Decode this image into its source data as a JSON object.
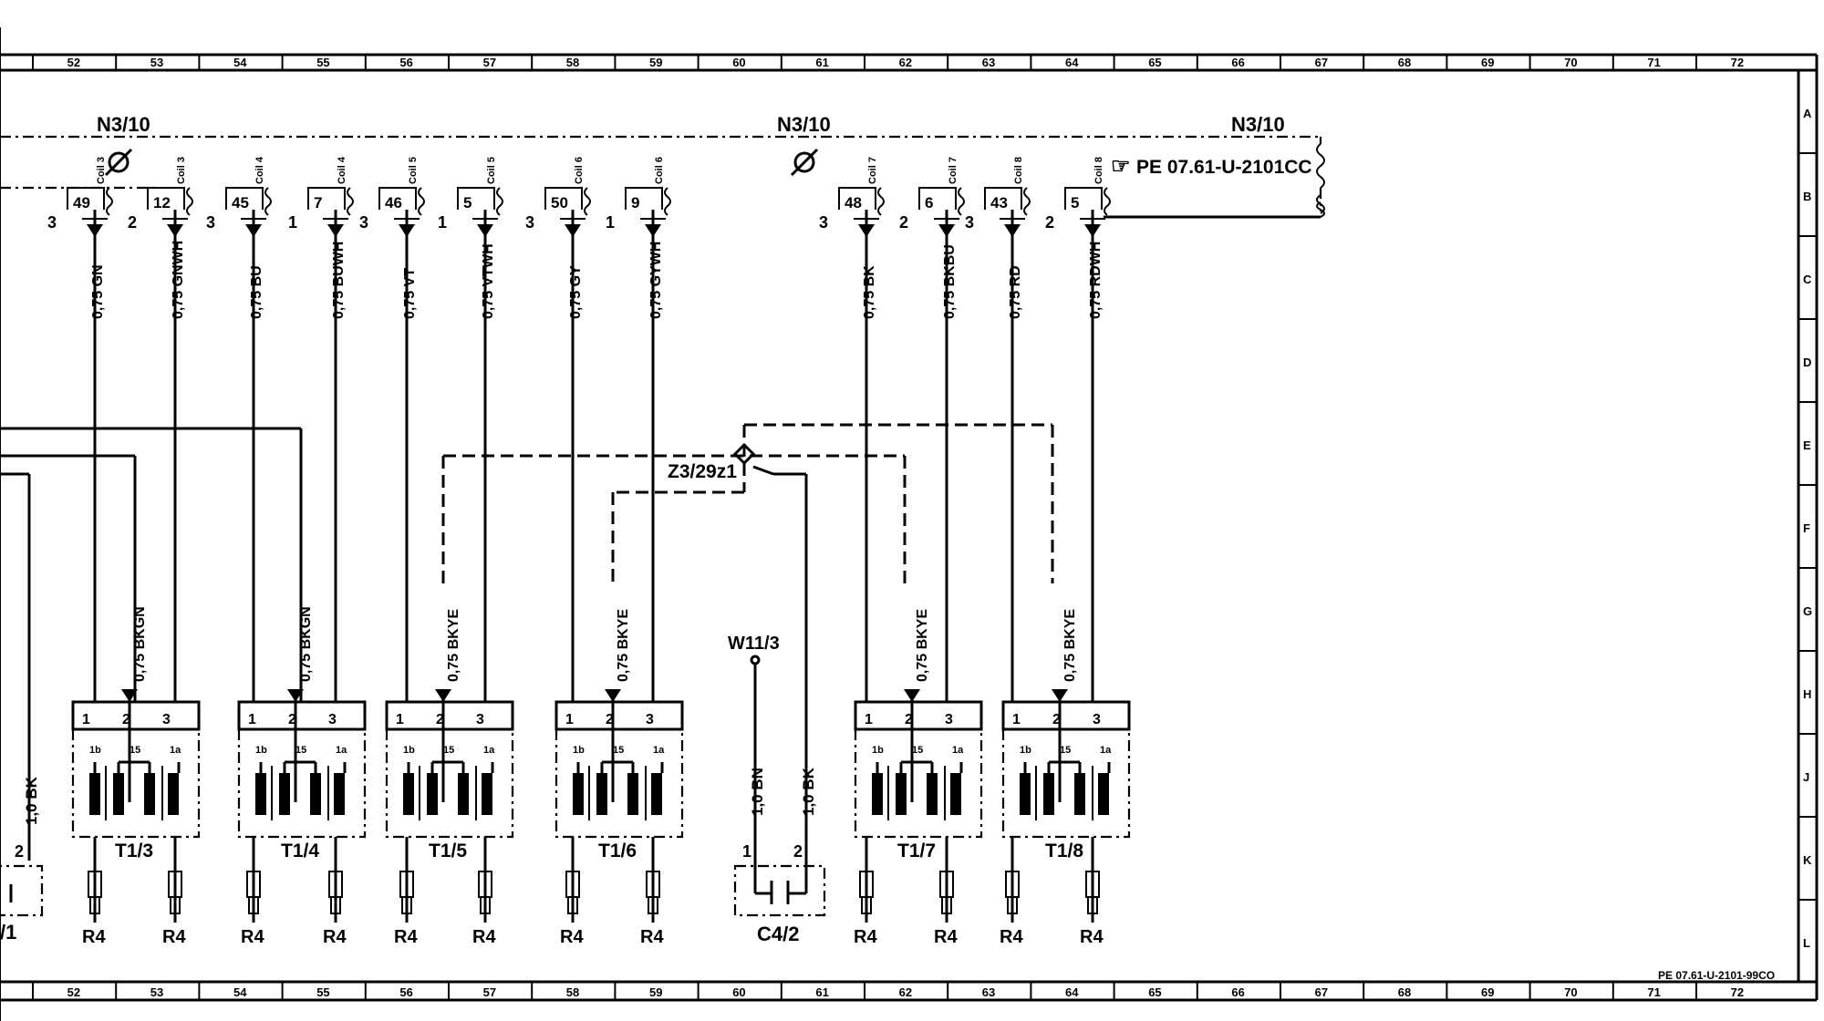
{
  "grid": {
    "columns": [
      "52",
      "53",
      "54",
      "55",
      "56",
      "57",
      "58",
      "59",
      "60",
      "61",
      "62",
      "63",
      "64",
      "65",
      "66",
      "67",
      "68",
      "69",
      "70",
      "71",
      "72"
    ],
    "rows": [
      "A",
      "B",
      "C",
      "D",
      "E",
      "F",
      "G",
      "H",
      "J",
      "K",
      "L"
    ]
  },
  "sheet_reference": "PE 07.61-U-2101-99CO",
  "cross_reference": "PE 07.61-U-2101CC",
  "control_unit": {
    "label": "N3/10",
    "reference_glyph": "☞"
  },
  "pin_connector_labels": [
    "3",
    "2",
    "3",
    "1",
    "3",
    "1",
    "3",
    "1",
    "3",
    "2",
    "3",
    "2"
  ],
  "channels": [
    {
      "pin": "49",
      "coil": "Coil 3",
      "wire": "0,75 GN"
    },
    {
      "pin": "12",
      "coil": "Coil 3",
      "wire": "0,75 GNWH"
    },
    {
      "pin": "45",
      "coil": "Coil 4",
      "wire": "0,75 BU"
    },
    {
      "pin": "7",
      "coil": "Coil 4",
      "wire": "0,75 BUWH"
    },
    {
      "pin": "46",
      "coil": "Coil 5",
      "wire": "0,75 VT"
    },
    {
      "pin": "5",
      "coil": "Coil 5",
      "wire": "0,75 VTWH"
    },
    {
      "pin": "50",
      "coil": "Coil 6",
      "wire": "0,75 GY"
    },
    {
      "pin": "9",
      "coil": "Coil 6",
      "wire": "0,75 GYWH"
    },
    {
      "pin": "48",
      "coil": "Coil 7",
      "wire": "0,75 BK"
    },
    {
      "pin": "6",
      "coil": "Coil 7",
      "wire": "0,75 BKBU"
    },
    {
      "pin": "43",
      "coil": "Coil 8",
      "wire": "0,75 RD"
    },
    {
      "pin": "5",
      "coil": "Coil 8",
      "wire": "0,75 RDWH"
    }
  ],
  "coils": [
    {
      "name": "T1/3",
      "feed_wire": "0,75 BKGN"
    },
    {
      "name": "T1/4",
      "feed_wire": "0,75 BKGN"
    },
    {
      "name": "T1/5",
      "feed_wire": "0,75 BKYE"
    },
    {
      "name": "T1/6",
      "feed_wire": "0,75 BKYE"
    },
    {
      "name": "T1/7",
      "feed_wire": "0,75 BKYE"
    },
    {
      "name": "T1/8",
      "feed_wire": "0,75 BKYE"
    }
  ],
  "coil_terminals": [
    "1",
    "2",
    "3"
  ],
  "coil_inner_terminals": [
    "1b",
    "15",
    "1a"
  ],
  "spark_plug_label": "R4",
  "splice": "Z3/29z1",
  "ground_point": "W11/3",
  "sensor": {
    "name": "C4/2",
    "wires": [
      "1,0 BN",
      "1,0 BK"
    ],
    "pins": [
      "1",
      "2"
    ]
  },
  "left_partial": {
    "wire": "1,0 BK",
    "pin": "2",
    "label": "/1"
  }
}
